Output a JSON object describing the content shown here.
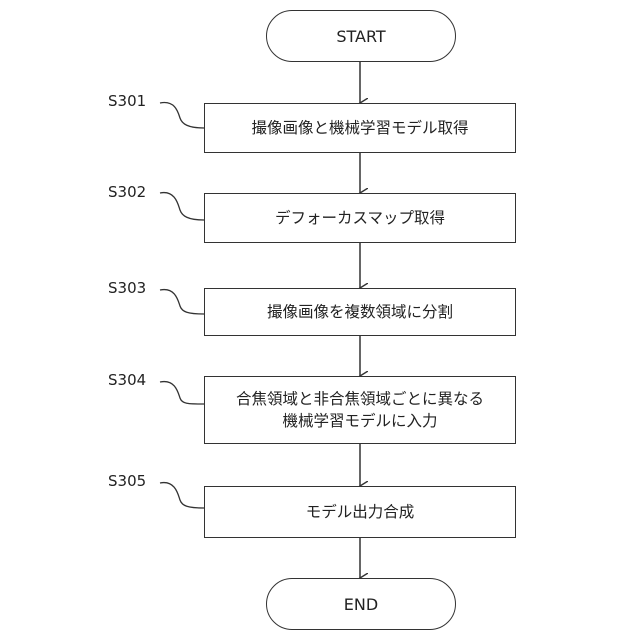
{
  "flowchart": {
    "start": "START",
    "end": "END",
    "steps": [
      {
        "id": "S301",
        "text": "撮像画像と機械学習モデル取得"
      },
      {
        "id": "S302",
        "text": "デフォーカスマップ取得"
      },
      {
        "id": "S303",
        "text": "撮像画像を複数領域に分割"
      },
      {
        "id": "S304",
        "line1": "合焦領域と非合焦領域ごとに異なる",
        "line2": "機械学習モデルに入力"
      },
      {
        "id": "S305",
        "text": "モデル出力合成"
      }
    ]
  }
}
